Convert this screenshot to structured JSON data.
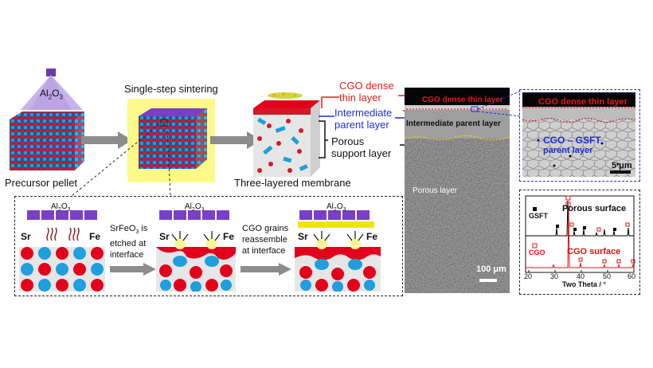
{
  "labels": {
    "al2o3": "Al",
    "al2o3_sub": "2",
    "al2o3_o": "O",
    "al2o3_sub2": "3",
    "precursor": "Precursor pellet",
    "sintering": "Single-step sintering",
    "membrane": "Three-layered membrane",
    "cgo_dense_1": "CGO dense",
    "cgo_dense_2": "thin layer",
    "intermediate_1": "Intermediate",
    "intermediate_2": "parent layer",
    "porous_1": "Porous",
    "porous_2": "support layer"
  },
  "mechanism": {
    "sr": "Sr",
    "fe": "Fe",
    "step1_1": "SrFeO",
    "step1_sub": "3",
    "step1_2": " is",
    "step1_3": "etched at",
    "step1_4": "interface",
    "step2_1": "CGO grains",
    "step2_2": "reassemble",
    "step2_3": "at interface"
  },
  "sem": {
    "dense": "CGO dense thin layer",
    "intermediate": "Intermediate parent layer",
    "porous": "Porous layer",
    "scale": "100 μm"
  },
  "zoom": {
    "dense": "CGO dense thin layer",
    "parent_1": "CGO – GSFT",
    "parent_2": "parent layer",
    "scale": "5 μm"
  },
  "xrd": {
    "legend_gsft": "GSFT",
    "legend_cgo": "CGO",
    "porous_surface": "Porous surface",
    "cgo_surface": "CGO surface",
    "xlabel": "Two Theta / °",
    "ticks": [
      "20",
      "30",
      "40",
      "50",
      "60"
    ],
    "colors": {
      "gsft": "#000000",
      "cgo": "#e01010"
    }
  },
  "colors": {
    "red": "#e3001b",
    "blue": "#1f9fdc",
    "purple": "#7a3fc7",
    "yellow": "#fff68a",
    "label_red": "#e31a1a",
    "label_blue": "#1f2fd6"
  }
}
